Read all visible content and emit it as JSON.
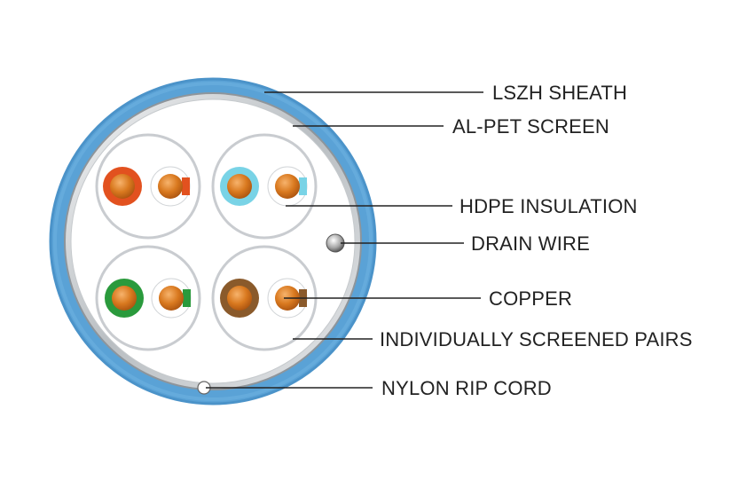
{
  "diagram": {
    "colors": {
      "sheath": "#5aa2d6",
      "sheath_dark": "#3f86bf",
      "screen": "#d9dcdf",
      "screen_edge": "#8e959b",
      "pair_screen": "#d4d7da",
      "insulation_white": "#ffffff",
      "copper": "#d4731f",
      "copper_light": "#f2a55a",
      "pair_orange": "#e2511f",
      "pair_blue": "#79d3e6",
      "pair_green": "#2a9a3c",
      "pair_brown": "#8a5a2b",
      "drain": "#9a9a9a",
      "rip_cord": "#ffffff"
    },
    "pairs": [
      {
        "name": "orange",
        "color_key": "pair_orange"
      },
      {
        "name": "blue",
        "color_key": "pair_blue"
      },
      {
        "name": "green",
        "color_key": "pair_green"
      },
      {
        "name": "brown",
        "color_key": "pair_brown"
      }
    ],
    "labels": {
      "lszh_sheath": "LSZH SHEATH",
      "al_pet_screen": "AL-PET SCREEN",
      "hdpe_insulation": "HDPE INSULATION",
      "drain_wire": "DRAIN WIRE",
      "copper": "COPPER",
      "individually_screened_pairs": "INDIVIDUALLY SCREENED PAIRS",
      "nylon_rip_cord": "NYLON RIP CORD"
    }
  }
}
